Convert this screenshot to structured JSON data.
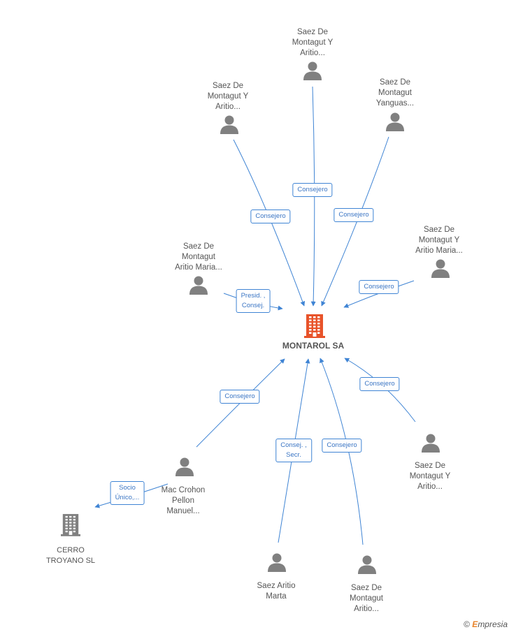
{
  "center": {
    "name": "MONTAROL SA",
    "icon": "building-icon",
    "color": "#e8532a"
  },
  "people": [
    {
      "id": "p1",
      "name": "Saez De\nMontagut Y\nAritio..."
    },
    {
      "id": "p2",
      "name": "Saez De\nMontagut Y\nAritio..."
    },
    {
      "id": "p3",
      "name": "Saez De\nMontagut\nYanguas..."
    },
    {
      "id": "p4",
      "name": "Saez De\nMontagut\nAritio Maria..."
    },
    {
      "id": "p5",
      "name": "Saez De\nMontagut Y\nAritio Maria..."
    },
    {
      "id": "p6",
      "name": "Saez De\nMontagut Y\nAritio..."
    },
    {
      "id": "p7",
      "name": "Mac Crohon\nPellon\nManuel..."
    },
    {
      "id": "p8",
      "name": "Saez Aritio\nMarta"
    },
    {
      "id": "p9",
      "name": "Saez De\nMontagut\nAritio..."
    }
  ],
  "companies": [
    {
      "id": "c1",
      "name": "CERRO\nTROYANO SL"
    }
  ],
  "relations": [
    {
      "from": "p1",
      "label": "Consejero"
    },
    {
      "from": "p2",
      "label": "Consejero"
    },
    {
      "from": "p3",
      "label": "Consejero"
    },
    {
      "from": "p4",
      "label": "Presid. ,\nConsej."
    },
    {
      "from": "p5",
      "label": "Consejero"
    },
    {
      "from": "p6",
      "label": "Consejero"
    },
    {
      "from": "p7",
      "label": "Consejero"
    },
    {
      "from": "p8",
      "label": "Consej. ,\nSecr."
    },
    {
      "from": "p9",
      "label": "Consejero"
    },
    {
      "from": "p7",
      "to": "c1",
      "label": "Socio\nÚnico,..."
    }
  ],
  "colors": {
    "edge": "#3f84d4",
    "person": "#808080",
    "company": "#808080"
  },
  "footer": {
    "copyright": "©",
    "brand_initial": "E",
    "brand_rest": "mpresia"
  }
}
